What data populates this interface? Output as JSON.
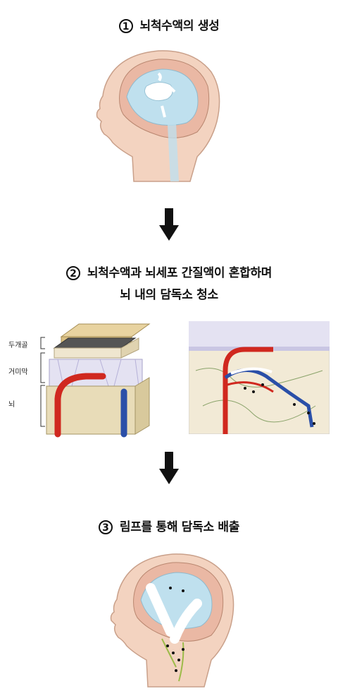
{
  "steps": [
    {
      "number": "1",
      "title": "뇌척수액의 생성"
    },
    {
      "number": "2",
      "title_line1": "뇌척수액과 뇌세포 간질액이 혼합하며",
      "title_line2": "뇌 내의 담독소 청소"
    },
    {
      "number": "3",
      "title": "림프를 통해 담독소 배출"
    }
  ],
  "layer_labels": {
    "skull": "두개골",
    "arachnoid": "거미막",
    "brain": "뇌"
  },
  "colors": {
    "csf": "#bfe0ee",
    "skin": "#f3d3c0",
    "artery": "#d0281f",
    "vein": "#2a4fa8",
    "lymph": "#9dbb4a"
  }
}
